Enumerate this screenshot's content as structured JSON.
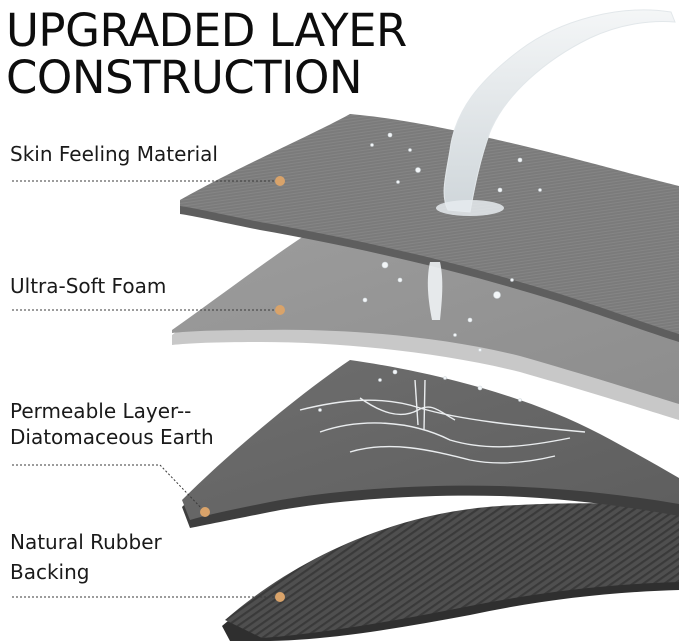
{
  "title": {
    "line1": "UPGRADED LAYER",
    "line2": "CONSTRUCTION"
  },
  "layers": [
    {
      "id": "skin",
      "lines": [
        "Skin Feeling Material"
      ],
      "color": "#7a7a7a"
    },
    {
      "id": "foam",
      "lines": [
        "Ultra-Soft Foam"
      ],
      "color": "#9a9a9a"
    },
    {
      "id": "permeable",
      "lines": [
        "Permeable Layer--",
        "Diatomaceous Earth"
      ],
      "color": "#6b6b6b"
    },
    {
      "id": "rubber",
      "lines": [
        "Natural Rubber",
        "Backing"
      ],
      "color": "#4d4d4d"
    }
  ],
  "marker_color": "#d9a36a"
}
